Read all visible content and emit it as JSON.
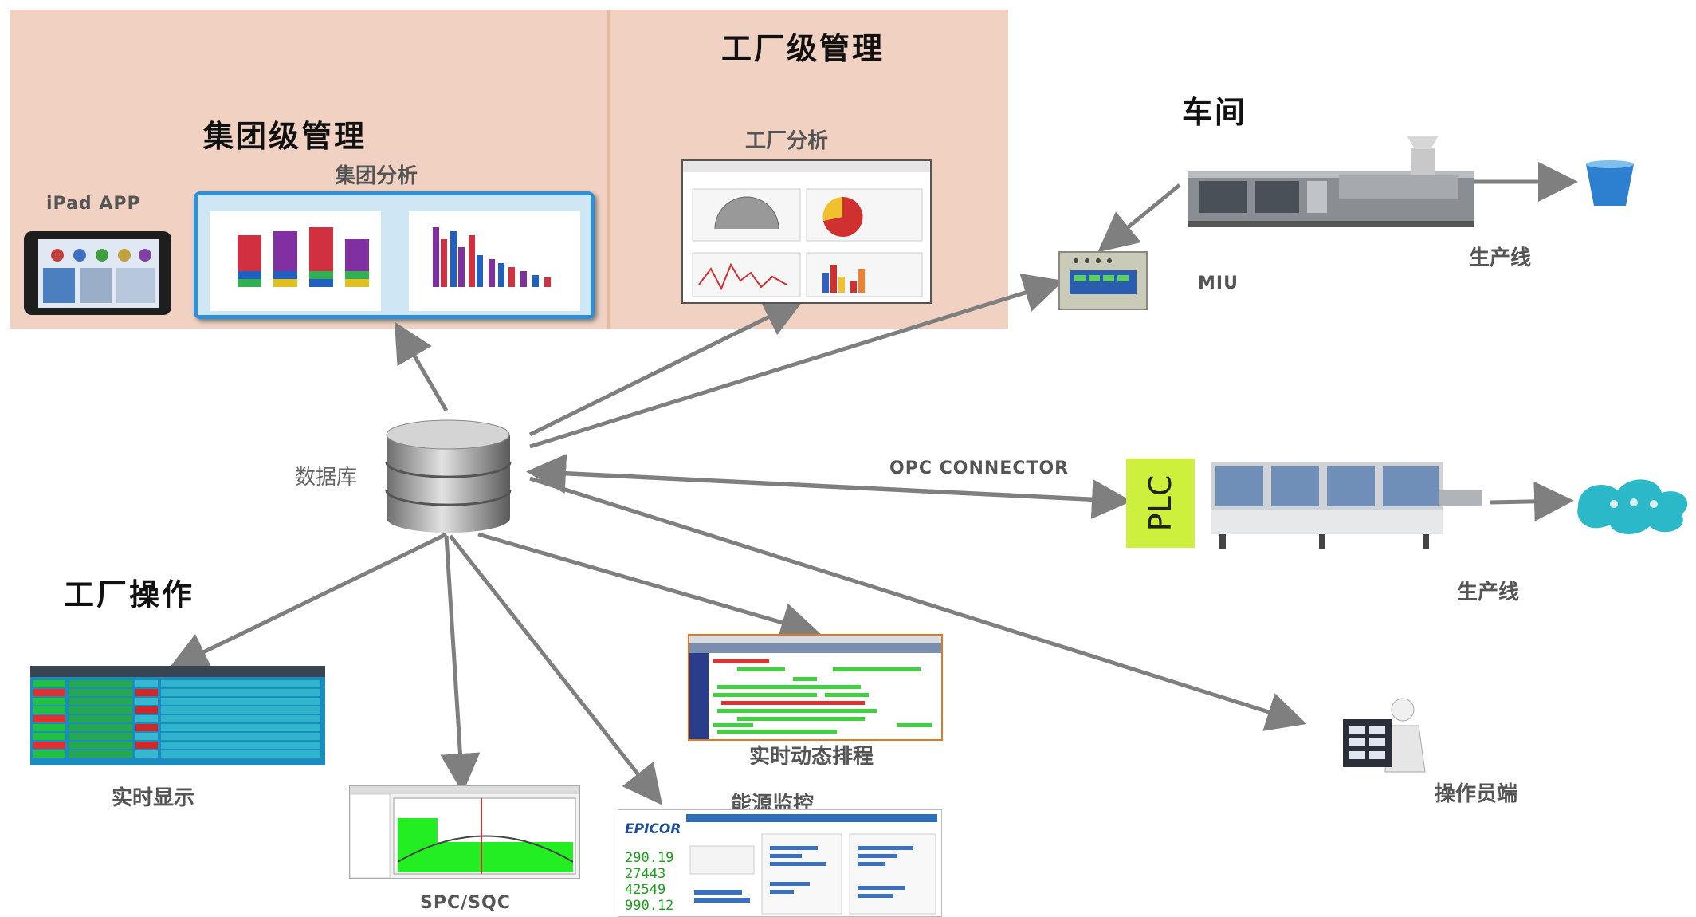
{
  "sections": {
    "group_mgmt": "集团级管理",
    "factory_mgmt": "工厂级管理",
    "workshop": "车间",
    "factory_ops": "工厂操作"
  },
  "labels": {
    "ipad": "iPad APP",
    "group_analysis": "集团分析",
    "factory_analysis": "工厂分析",
    "database": "数据库",
    "miu": "MIU",
    "line1": "生产线",
    "opc": "OPC CONNECTOR",
    "plc": "PLC",
    "line2": "生产线",
    "operator": "操作员端",
    "realtime": "实时显示",
    "spc": "SPC/SQC",
    "energy": "能源监控",
    "schedule": "实时动态排程"
  },
  "energy_values": [
    "290.19",
    "27443",
    "42549",
    "990.12"
  ],
  "epicor": "EPICOR",
  "colors": {
    "panel": "#f1d2c2",
    "arrow": "#7f7f7f",
    "plc": "#ccf03c",
    "accent_teal": "#2bb8c8"
  }
}
